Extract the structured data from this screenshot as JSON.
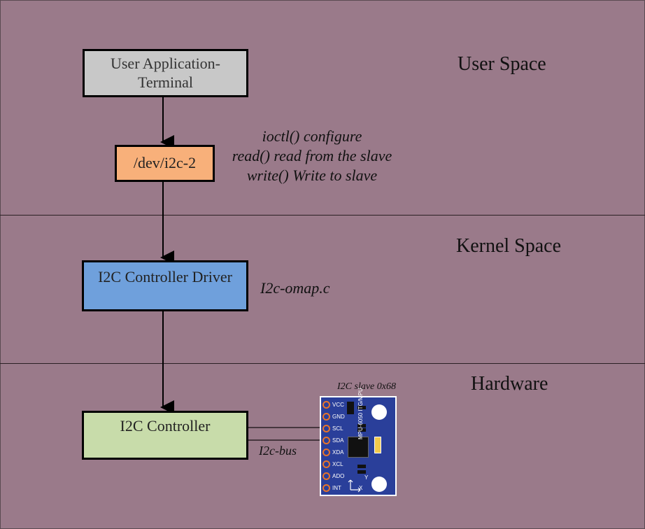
{
  "layers": {
    "user_space": "User Space",
    "kernel_space": "Kernel Space",
    "hardware": "Hardware"
  },
  "boxes": {
    "user_app": "User Application-\nTerminal",
    "dev_node": "/dev/i2c-2",
    "driver": "I2C Controller Driver",
    "controller": "I2C Controller"
  },
  "notes": {
    "ioctl": "ioctl()  configure",
    "read": "read() read from the slave",
    "write": "write() Write to slave",
    "driver_file": "I2c-omap.c",
    "bus": "I2c-bus",
    "slave": "I2C slave 0x68"
  },
  "module": {
    "pins": [
      "VCC",
      "GND",
      "SCL",
      "SDA",
      "XDA",
      "XCL",
      "ADO",
      "INT"
    ],
    "label": "MPU-6050 ITG/MPU",
    "axis_x": "X",
    "axis_y": "Y"
  },
  "colors": {
    "background": "#9a7a8a",
    "user_app": "#c8c8c8",
    "dev_node": "#f8b07a",
    "driver": "#6fa0dc",
    "controller": "#c8dcaa",
    "module_board": "#2a3f9a"
  }
}
